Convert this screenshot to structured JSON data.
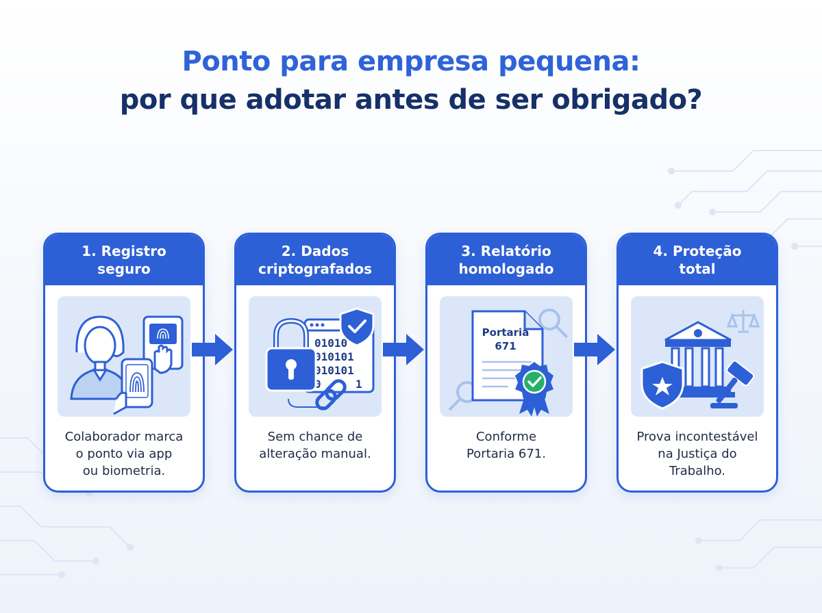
{
  "title": {
    "line1": "Ponto para empresa pequena:",
    "line2": "por que adotar antes de ser obrigado?"
  },
  "colors": {
    "primary": "#2d5fd6",
    "title_light": "#2f63d8",
    "title_dark": "#163068",
    "illustration_bg": "#dbe7f9",
    "success": "#27b06b"
  },
  "steps": [
    {
      "header_line1": "1. Registro",
      "header_line2": "seguro",
      "text_line1": "Colaborador marca",
      "text_line2": "o ponto via app",
      "text_line3": "ou biometria.",
      "icon": "person-fingerprint-phone-icon"
    },
    {
      "header_line1": "2. Dados",
      "header_line2": "criptografados",
      "text_line1": "Sem chance de",
      "text_line2": "alteração manual.",
      "text_line3": "",
      "icon": "padlock-binary-shield-icon",
      "binary": [
        "01010",
        "010101",
        "010101",
        "0",
        "1"
      ]
    },
    {
      "header_line1": "3. Relatório",
      "header_line2": "homologado",
      "text_line1": "Conforme",
      "text_line2": "Portaria 671.",
      "text_line3": "",
      "icon": "certified-document-icon",
      "doc_line1": "Portaria",
      "doc_line2": "671"
    },
    {
      "header_line1": "4. Proteção",
      "header_line2": "total",
      "text_line1": "Prova incontestável",
      "text_line2": "na Justiça do",
      "text_line3": "Trabalho.",
      "icon": "courthouse-shield-gavel-icon"
    }
  ]
}
